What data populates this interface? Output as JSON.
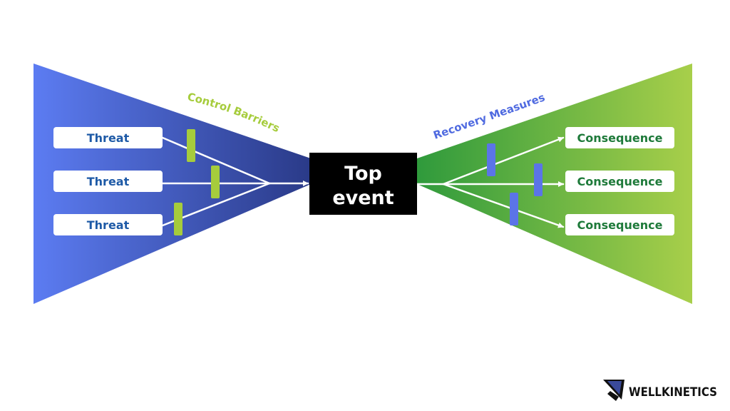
{
  "diagram": {
    "top_event": [
      "Top",
      "event"
    ],
    "left": {
      "arc_label": "Control Barriers",
      "threats": [
        "Threat",
        "Threat",
        "Threat"
      ]
    },
    "right": {
      "arc_label": "Recovery Measures",
      "consequences": [
        "Consequence",
        "Consequence",
        "Consequence"
      ]
    }
  },
  "colors": {
    "left_gradient_start": "#5c7cf2",
    "left_gradient_end": "#2a3a88",
    "right_gradient_start": "#2f9a3c",
    "right_gradient_end": "#a8cf4a",
    "threat_text": "#1e5aa6",
    "consequence_text": "#1e7a3a",
    "control_barrier": "#a6cc3c",
    "recovery_measure": "#5b74e8",
    "left_label": "#a6cc3c",
    "right_label": "#4f6ae0",
    "top_event_bg": "#000000"
  },
  "brand": {
    "name": "WELLKINETICS",
    "logo_icon": "wellkinetics-logo-icon"
  }
}
